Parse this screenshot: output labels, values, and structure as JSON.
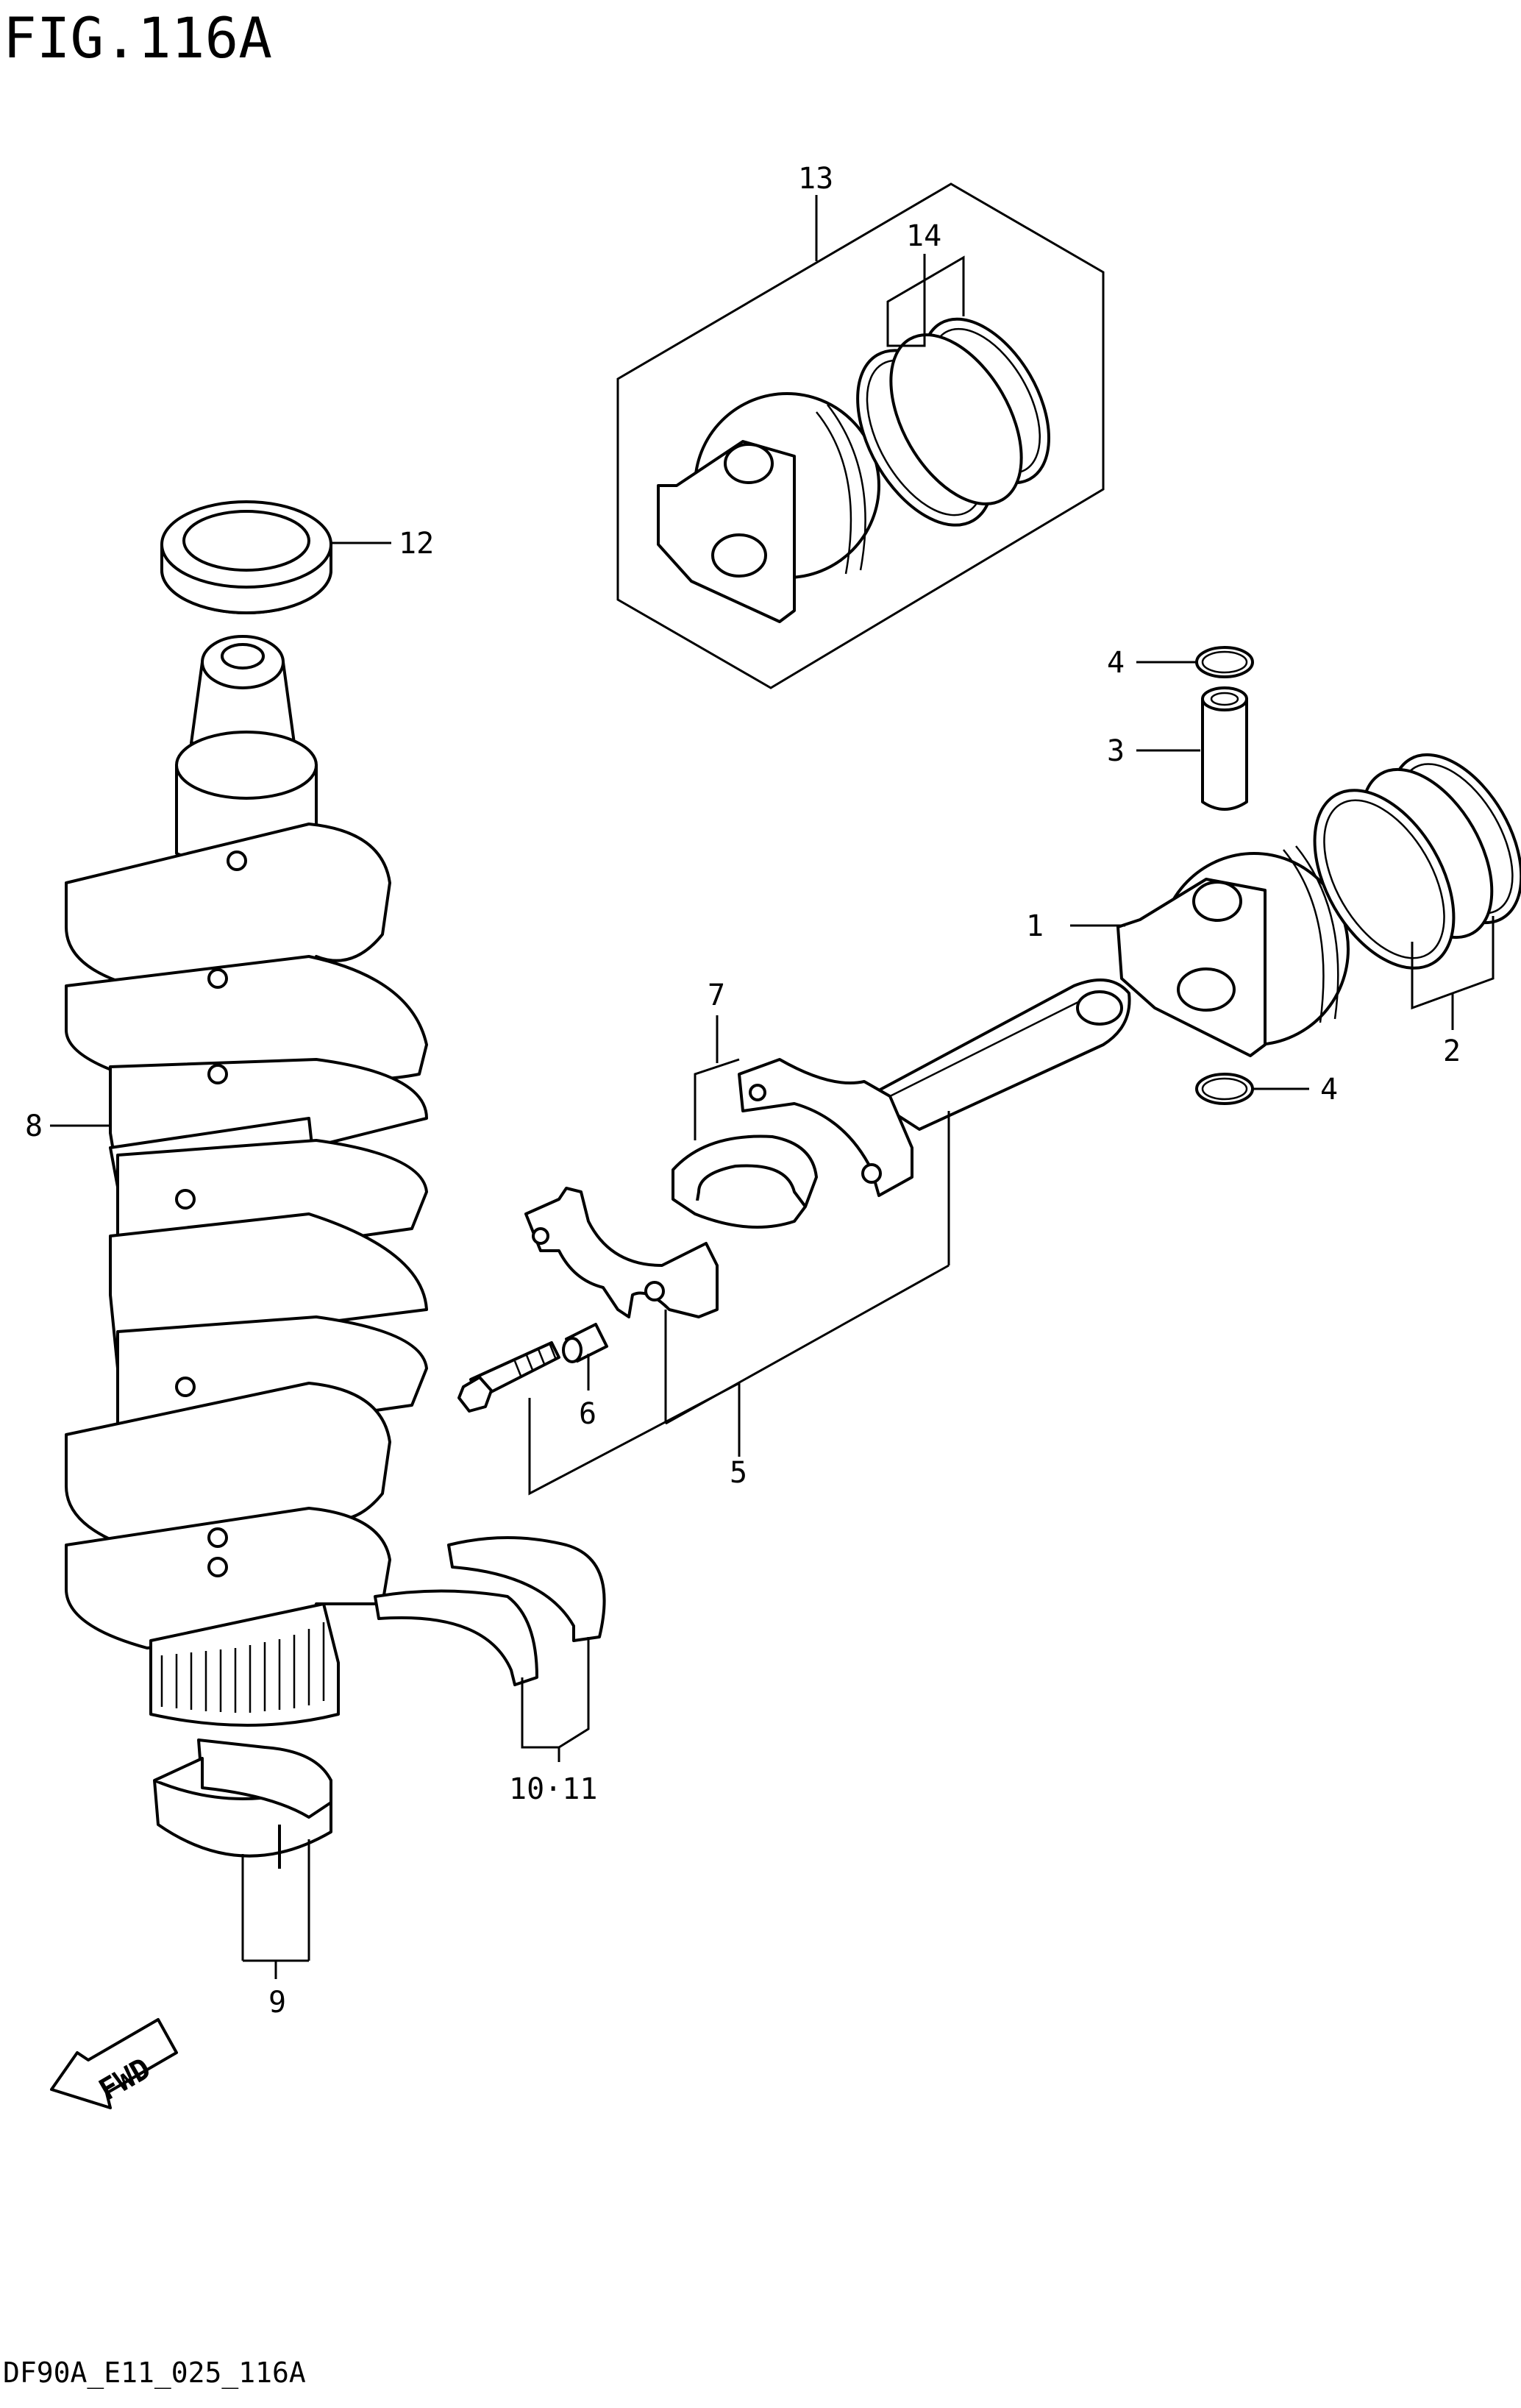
{
  "figure": {
    "title": "FIG.116A",
    "code": "DF90A_E11_025_116A"
  },
  "direction_marker": {
    "label": "FWD",
    "icon": "fwd-arrow-icon"
  },
  "callouts": {
    "c1": "1",
    "c2": "2",
    "c3": "3",
    "c4a": "4",
    "c4b": "4",
    "c5": "5",
    "c6": "6",
    "c7": "7",
    "c8": "8",
    "c9": "9",
    "c10_11": "10·11",
    "c12": "12",
    "c13": "13",
    "c14": "14"
  },
  "parts": [
    {
      "icon": "piston-icon"
    },
    {
      "icon": "piston-ring-set-icon"
    },
    {
      "icon": "piston-pin-icon"
    },
    {
      "icon": "circlip-icon"
    },
    {
      "icon": "connecting-rod-icon"
    },
    {
      "icon": "crankshaft-icon"
    },
    {
      "icon": "main-bearing-icon"
    },
    {
      "icon": "thrust-washer-icon"
    },
    {
      "icon": "oil-seal-icon"
    },
    {
      "icon": "piston-assembly-icon"
    }
  ]
}
